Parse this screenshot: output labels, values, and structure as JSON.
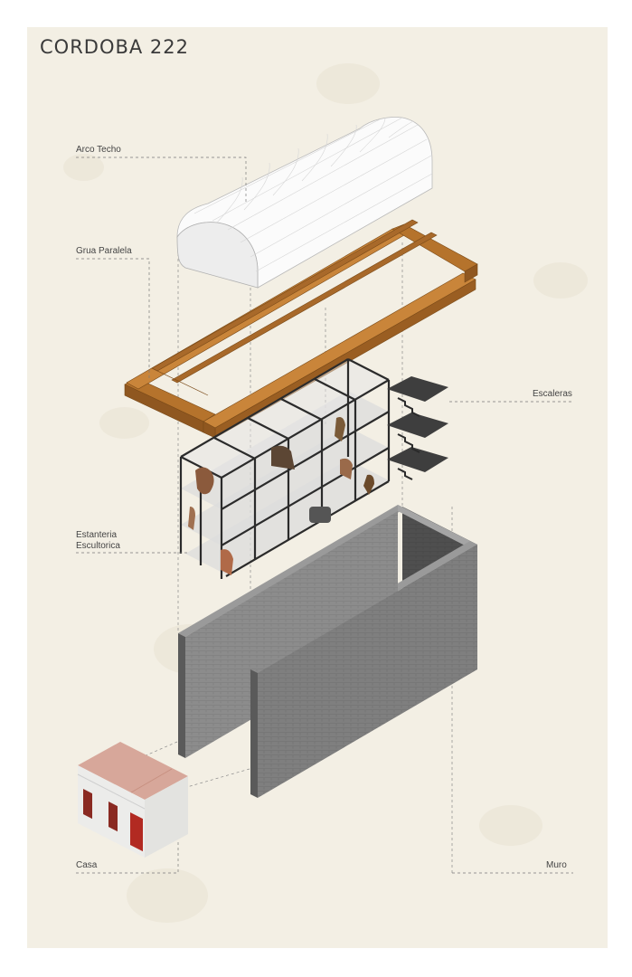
{
  "title": "CORDOBA 222",
  "labels": {
    "arco_techo": "Arco Techo",
    "grua_paralela": "Grua Paralela",
    "escaleras": "Escaleras",
    "estanteria_line1": "Estanteria",
    "estanteria_line2": "Escultorica",
    "casa": "Casa",
    "muro": "Muro"
  },
  "colors": {
    "background": "#f3efe4",
    "crane": "#b5732c",
    "wall": "#7d7d7d",
    "roof": "#f6f6f6",
    "door": "#b22a22",
    "house_roof": "#d7a79a"
  }
}
